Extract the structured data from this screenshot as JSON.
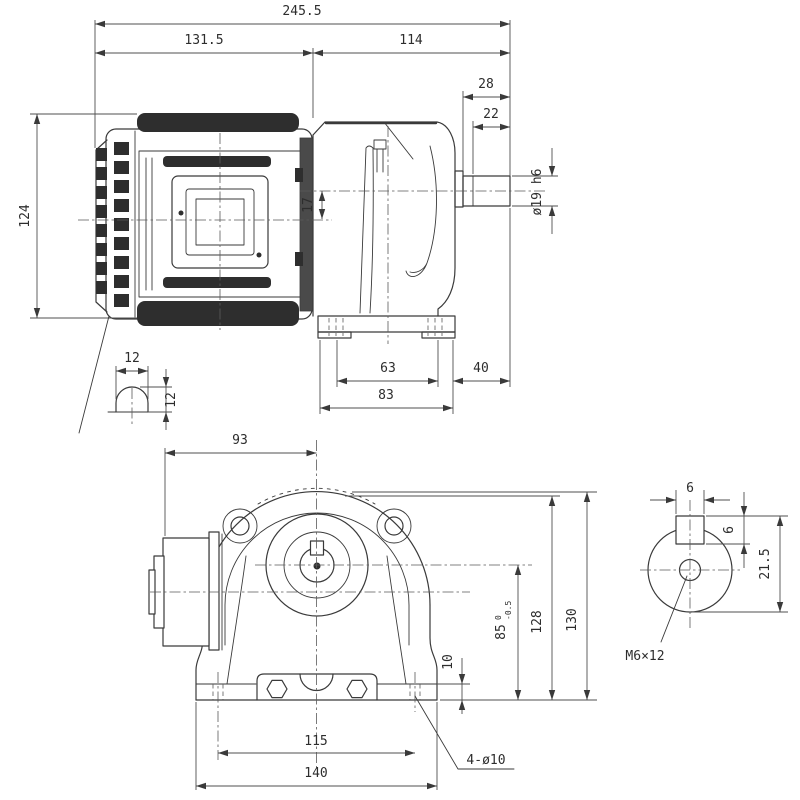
{
  "drawing": {
    "type": "engineering-dimension-drawing",
    "subject": "gear motor, three orthographic views with shaft and key details",
    "background": "#ffffff",
    "line_color": "#3a3a3a",
    "side_view": {
      "dims": {
        "overall_length": "245.5",
        "motor_length": "131.5",
        "gearbox_length": "114",
        "shaft_boss_length": "28",
        "shaft_length": "22",
        "shaft_diameter": "ø19 h6",
        "motor_height": "124",
        "axis_offset": "17",
        "foot_hole_span": "63",
        "foot_to_shaft_end": "40",
        "foot_length": "83"
      }
    },
    "eyebolt_detail": {
      "width": "12",
      "height": "12"
    },
    "front_view": {
      "dims": {
        "motor_face_to_center": "93",
        "shaft_center_height": "85",
        "shaft_center_height_tol_upper": "0",
        "shaft_center_height_tol_lower": "-0.5",
        "body_height": "128",
        "overall_height": "130",
        "foot_thickness": "10",
        "foot_hole_span": "115",
        "base_width": "140",
        "foot_holes": "4-ø10"
      }
    },
    "shaft_end_detail": {
      "key_width": "6",
      "key_height": "6",
      "key_to_bottom": "21.5",
      "tapped_hole": "M6×12"
    }
  }
}
